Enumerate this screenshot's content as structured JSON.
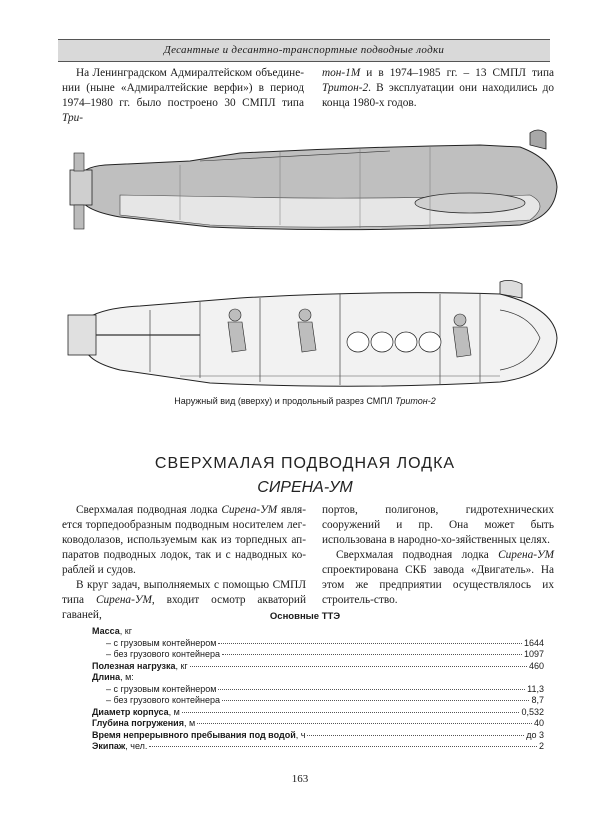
{
  "running_head": "Десантные и десантно-транспортные подводные лодки",
  "intro": {
    "left_1": "На Ленинградском Адмиралтейском объедине-нии (ныне «Адмиралтейские верфи») в период 1974–1980 гг. было построено 30 СМПЛ типа ",
    "left_italic": "Три-",
    "right_italic": "тон-1М",
    "right_1": " и в 1974–1985 гг. – 13 СМПЛ типа ",
    "right_italic2": "Тритон-2",
    "right_2": ". В эксплуатации они находились до конца 1980-х годов."
  },
  "figure_caption": {
    "text": "Наружный вид (вверху) и продольный разрез СМПЛ ",
    "italic": "Тритон-2"
  },
  "section_title": {
    "line1": "СВЕРХМАЛАЯ ПОДВОДНАЯ ЛОДКА",
    "line2": "СИРЕНА-УМ"
  },
  "body": {
    "p1_a": "Сверхмалая подводная лодка ",
    "p1_i": "Сирена-УМ",
    "p1_b": " явля-ется торпедообразным подводным носителем лег-ководолазов, используемым как из торпедных ап-паратов подводных лодок, так и с надводных ко-раблей и судов.",
    "p2_a": "В круг задач, выполняемых с помощью СМПЛ типа ",
    "p2_i": "Сирена-УМ",
    "p2_b": ", входит осмотр акваторий гаваней,",
    "p3": "портов, полигонов, гидротехнических сооружений и пр. Она может быть использована в народно-хо-зяйственных целях.",
    "p4_a": "Сверхмалая подводная лодка ",
    "p4_i": "Сирена-УМ",
    "p4_b": " спроектирована СКБ завода «Двигатель». На этом же предприятии осуществлялось их строитель-ство."
  },
  "specs": {
    "title": "Основные ТТЭ",
    "mass_label": "Масса",
    "mass_unit": ", кг",
    "mass_with_label": "– с грузовым контейнером",
    "mass_with_value": "1644",
    "mass_without_label": "– без грузового контейнера",
    "mass_without_value": "1097",
    "payload_label": "Полезная нагрузка",
    "payload_unit": ", кг",
    "payload_value": "460",
    "length_label": "Длина",
    "length_unit": ", м:",
    "length_with_label": "– с грузовым контейнером",
    "length_with_value": "11,3",
    "length_without_label": "– без грузового контейнера",
    "length_without_value": "8,7",
    "diameter_label": "Диаметр корпуса",
    "diameter_unit": ", м",
    "diameter_value": "0,532",
    "depth_label": "Глубина погружения",
    "depth_unit": ", м",
    "depth_value": "40",
    "endurance_label": "Время непрерывного пребывания под водой",
    "endurance_unit": ", ч",
    "endurance_value": "до 3",
    "crew_label": "Экипаж",
    "crew_unit": ", чел.",
    "crew_value": "2"
  },
  "page_number": "163"
}
